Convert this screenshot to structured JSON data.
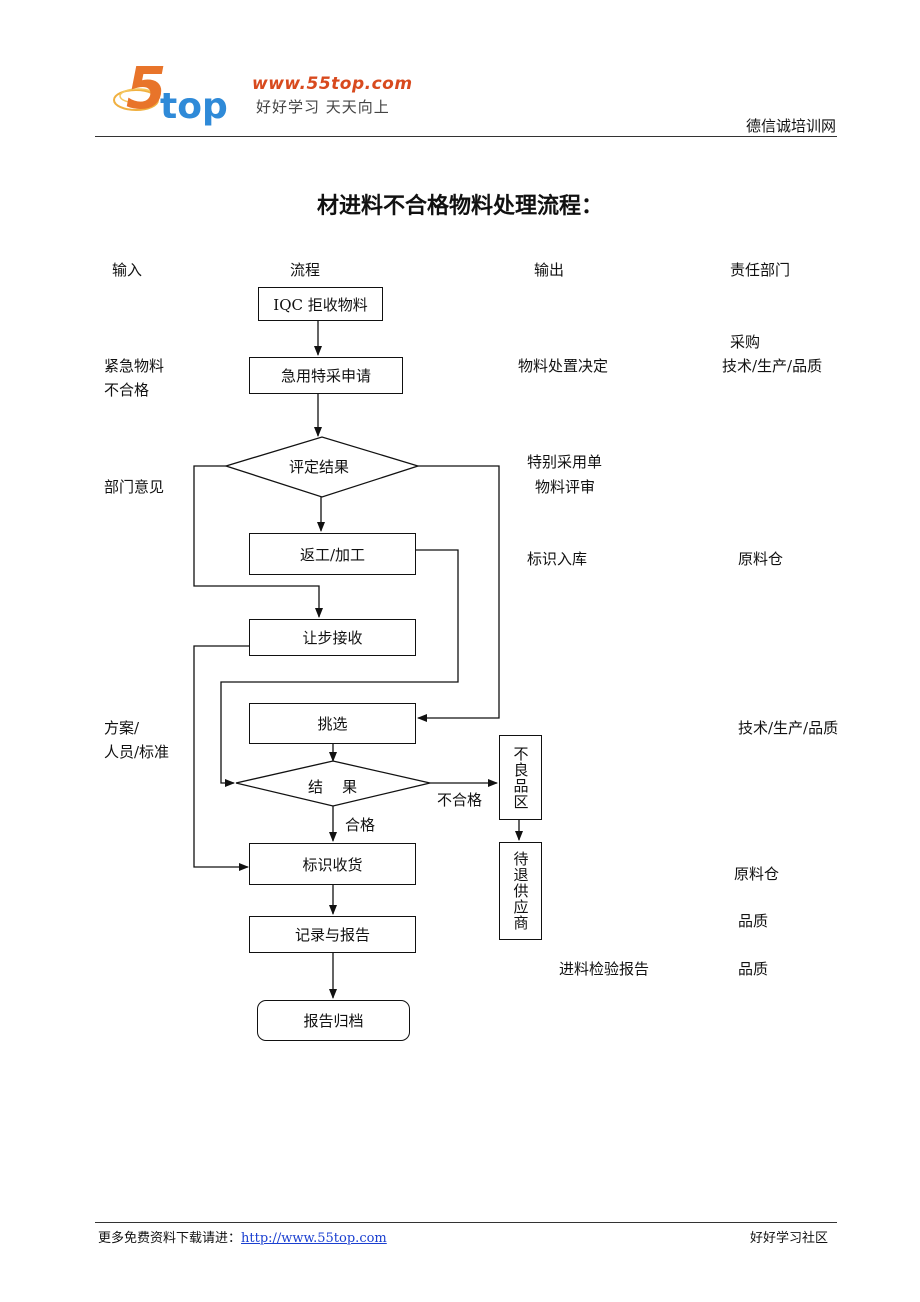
{
  "header": {
    "logo_digit": "5",
    "logo_word": "top",
    "logo_url": "www.55top.com",
    "logo_slogan": "好好学习  天天向上",
    "site_name": "德信诚培训网"
  },
  "title": "材进料不合格物料处理流程：",
  "columns": {
    "input": "输入",
    "process": "流程",
    "output": "输出",
    "dept": "责任部门"
  },
  "nodes": {
    "iqc": "IQC 拒收物料",
    "apply": "急用特采申请",
    "evaluate": "评定结果",
    "rework": "返工/加工",
    "concession": "让步接收",
    "sorting": "挑选",
    "result": "结    果",
    "label_receive": "标识收货",
    "record": "记录与报告",
    "archive": "报告归档",
    "defect_area": "不良品区",
    "return_supplier": "待退供应商"
  },
  "edge_labels": {
    "fail": "不合格",
    "pass": "合格"
  },
  "inputs": {
    "urgent_line1": "紧急物料",
    "urgent_line2": "不合格",
    "dept_opinion": "部门意见",
    "plan_line1": "方案/",
    "plan_line2": "人员/标准"
  },
  "outputs": {
    "decision": "物料处置决定",
    "special_line1": "特别采用单",
    "special_line2": "物料评审",
    "label_store": "标识入库",
    "report": "进料检验报告"
  },
  "depts": {
    "purchase": "采购",
    "tech1": "技术/生产/品质",
    "raw1": "原料仓",
    "tech2": "技术/生产/品质",
    "raw2": "原料仓",
    "quality1": "品质",
    "quality2": "品质"
  },
  "footer": {
    "left_text": "更多免费资料下载请进：",
    "link_text": "http://www.55top.com",
    "right_text": "好好学习社区"
  },
  "colors": {
    "logo_orange": "#e8742a",
    "logo_blue": "#2f8ad8",
    "link_blue": "#1a3fd0"
  }
}
